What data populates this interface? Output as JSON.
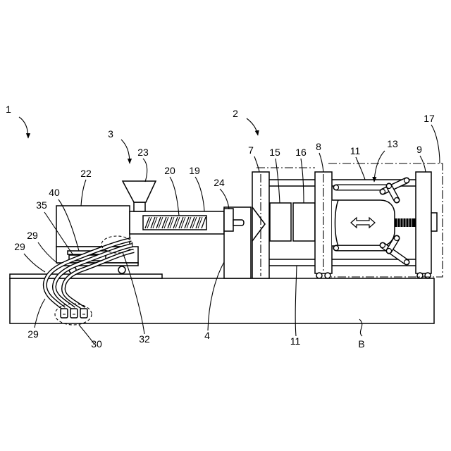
{
  "figure": {
    "background": "#ffffff",
    "line_color": "#000000",
    "reference_numerals": [
      "1",
      "2",
      "3",
      "23",
      "20",
      "19",
      "22",
      "24",
      "7",
      "15",
      "16",
      "8",
      "11",
      "13",
      "9",
      "17",
      "40",
      "35",
      "29",
      "29",
      "29",
      "30",
      "32",
      "4",
      "11",
      "B"
    ]
  }
}
